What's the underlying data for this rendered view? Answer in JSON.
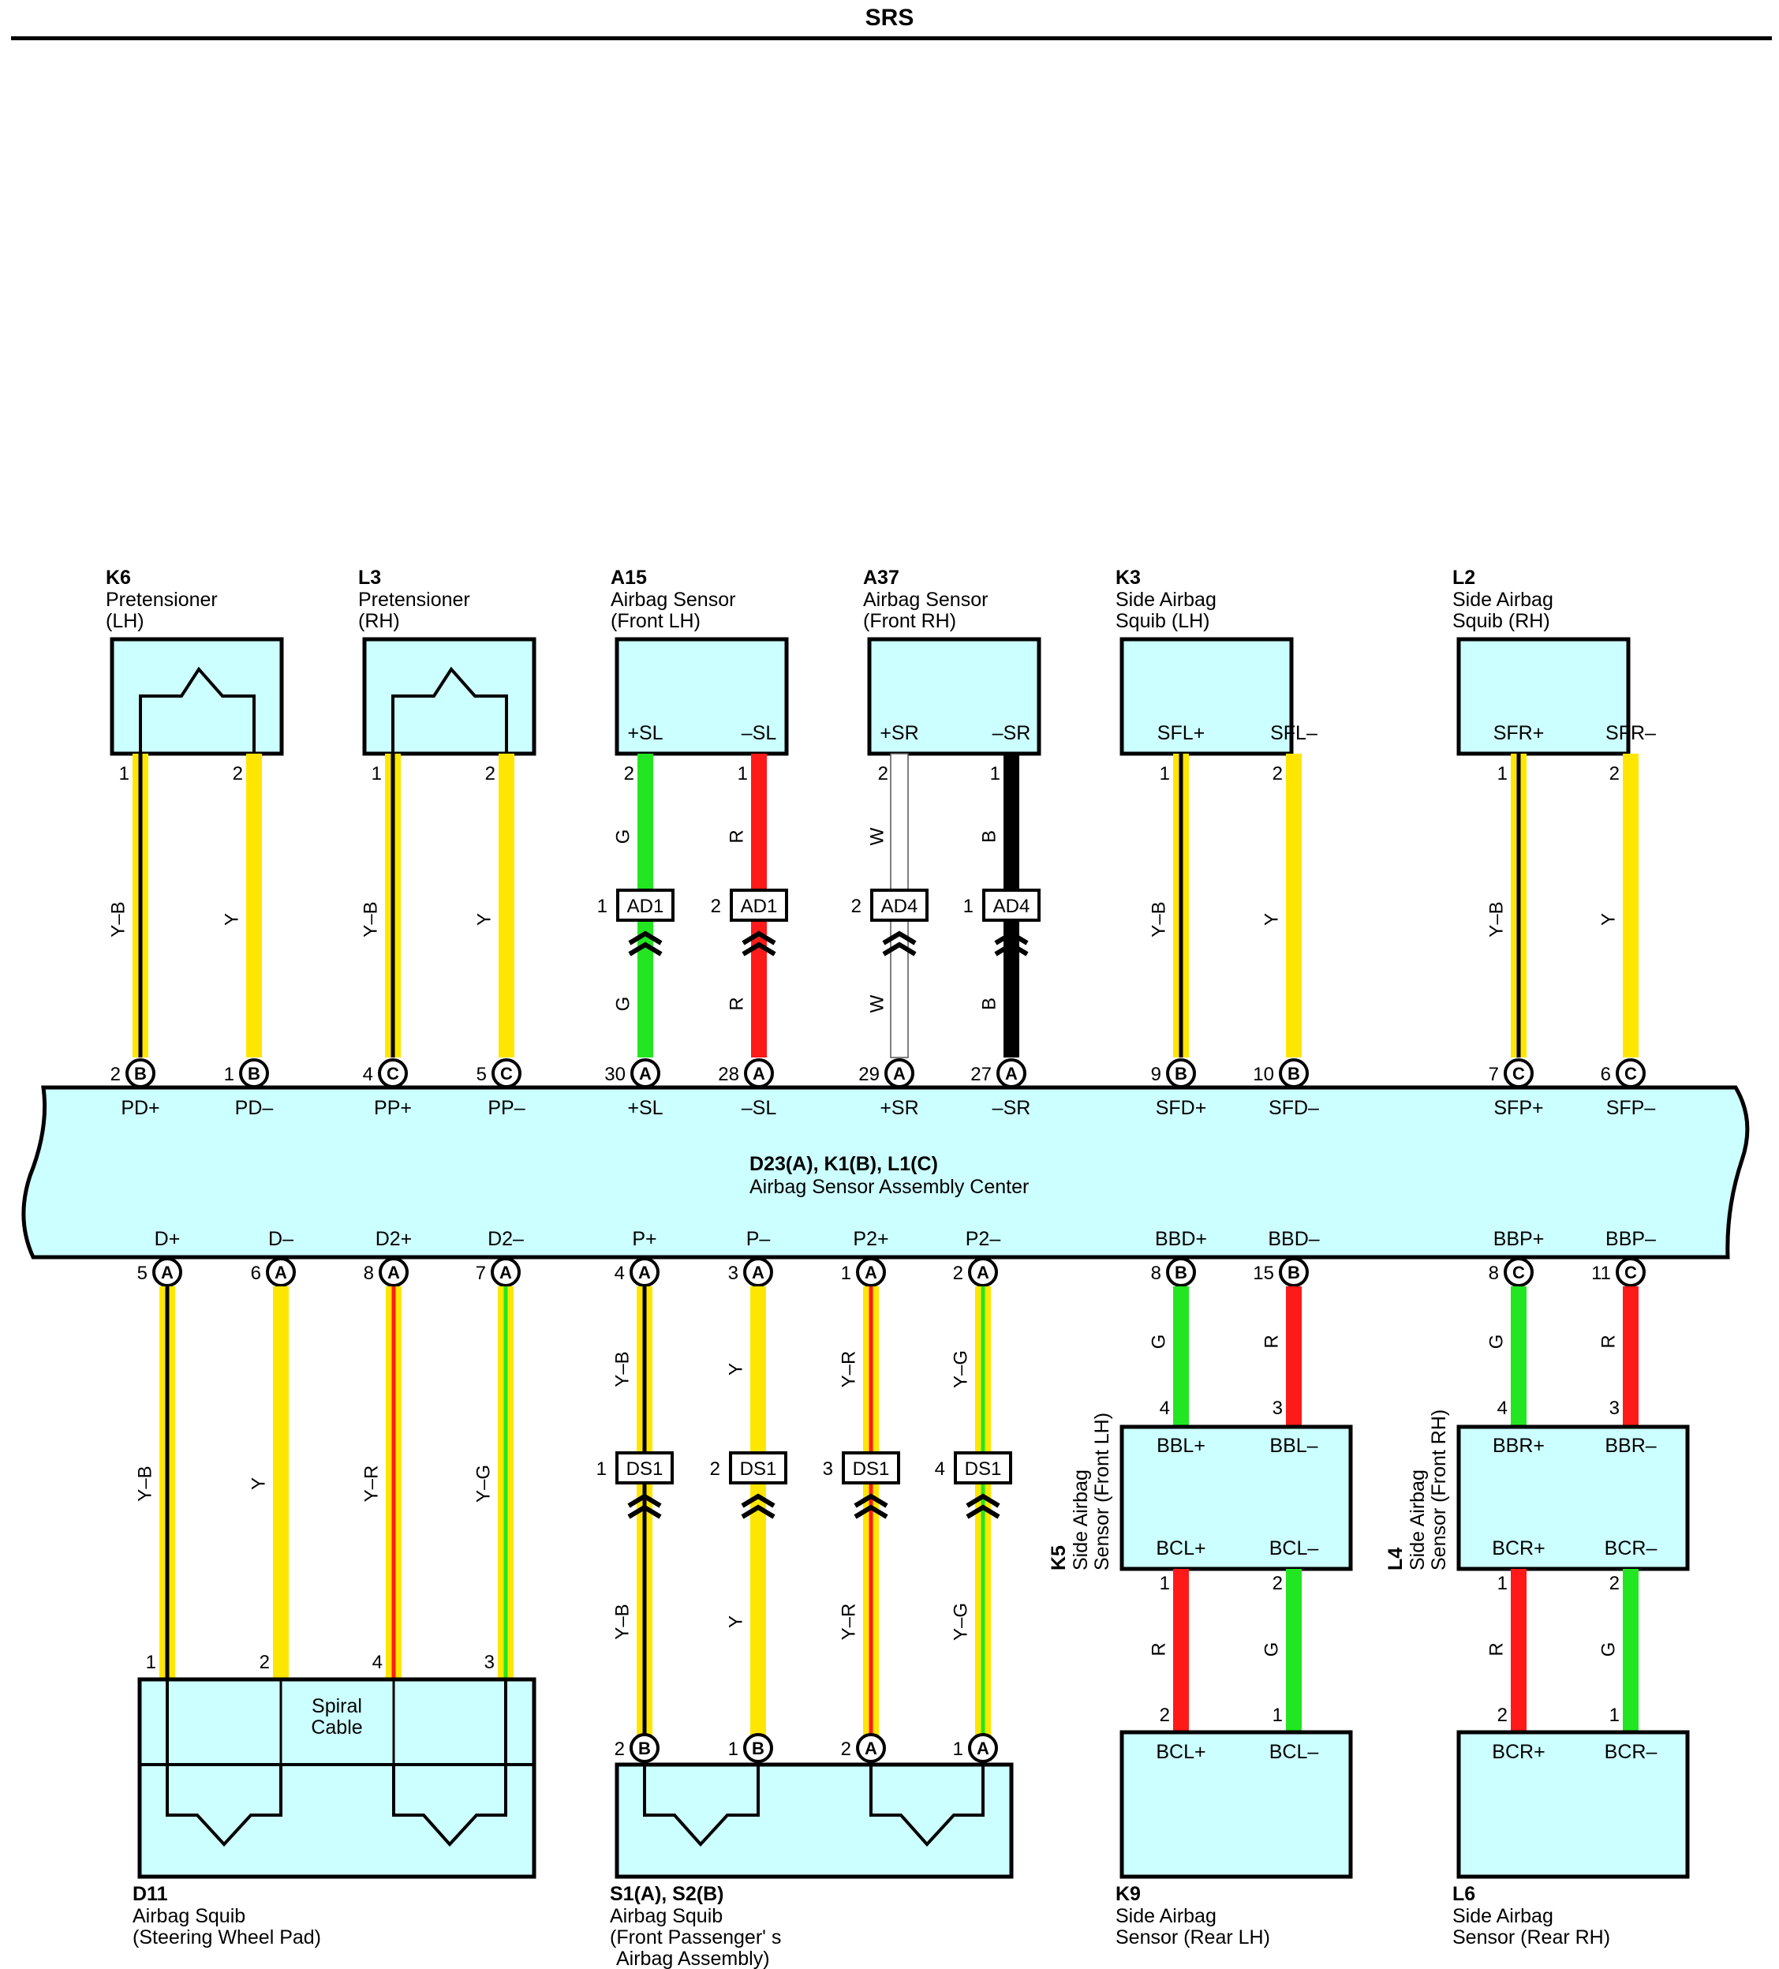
{
  "page": {
    "title": "SRS"
  },
  "colors": {
    "box_fill": "#ccffff",
    "Y": "#ffe600",
    "G": "#22e622",
    "R": "#ff1a1a",
    "W": "#ffffff",
    "B": "#000000"
  },
  "center": {
    "code": "D23(A), K1(B), L1(C)",
    "name": "Airbag Sensor Assembly Center",
    "top_terminals": [
      {
        "pin": "2",
        "conn": "B",
        "signal": "PD+"
      },
      {
        "pin": "1",
        "conn": "B",
        "signal": "PD–"
      },
      {
        "pin": "4",
        "conn": "C",
        "signal": "PP+"
      },
      {
        "pin": "5",
        "conn": "C",
        "signal": "PP–"
      },
      {
        "pin": "30",
        "conn": "A",
        "signal": "+SL"
      },
      {
        "pin": "28",
        "conn": "A",
        "signal": "–SL"
      },
      {
        "pin": "29",
        "conn": "A",
        "signal": "+SR"
      },
      {
        "pin": "27",
        "conn": "A",
        "signal": "–SR"
      },
      {
        "pin": "9",
        "conn": "B",
        "signal": "SFD+"
      },
      {
        "pin": "10",
        "conn": "B",
        "signal": "SFD–"
      },
      {
        "pin": "7",
        "conn": "C",
        "signal": "SFP+"
      },
      {
        "pin": "6",
        "conn": "C",
        "signal": "SFP–"
      }
    ],
    "bottom_terminals": [
      {
        "pin": "5",
        "conn": "A",
        "signal": "D+"
      },
      {
        "pin": "6",
        "conn": "A",
        "signal": "D–"
      },
      {
        "pin": "8",
        "conn": "A",
        "signal": "D2+"
      },
      {
        "pin": "7",
        "conn": "A",
        "signal": "D2–"
      },
      {
        "pin": "4",
        "conn": "A",
        "signal": "P+"
      },
      {
        "pin": "3",
        "conn": "A",
        "signal": "P–"
      },
      {
        "pin": "1",
        "conn": "A",
        "signal": "P2+"
      },
      {
        "pin": "2",
        "conn": "A",
        "signal": "P2–"
      },
      {
        "pin": "8",
        "conn": "B",
        "signal": "BBD+"
      },
      {
        "pin": "15",
        "conn": "B",
        "signal": "BBD–"
      },
      {
        "pin": "8",
        "conn": "C",
        "signal": "BBP+"
      },
      {
        "pin": "11",
        "conn": "C",
        "signal": "BBP–"
      }
    ]
  },
  "top_components": [
    {
      "code": "K6",
      "name": [
        "Pretensioner",
        "(LH)"
      ],
      "pins": [
        "1",
        "2"
      ],
      "signals": [
        "",
        ""
      ]
    },
    {
      "code": "L3",
      "name": [
        "Pretensioner",
        "(RH)"
      ],
      "pins": [
        "1",
        "2"
      ],
      "signals": [
        "",
        ""
      ]
    },
    {
      "code": "A15",
      "name": [
        "Airbag Sensor",
        "(Front LH)"
      ],
      "pins": [
        "2",
        "1"
      ],
      "signals": [
        "+SL",
        "–SL"
      ]
    },
    {
      "code": "A37",
      "name": [
        "Airbag Sensor",
        "(Front RH)"
      ],
      "pins": [
        "2",
        "1"
      ],
      "signals": [
        "+SR",
        "–SR"
      ]
    },
    {
      "code": "K3",
      "name": [
        "Side Airbag",
        "Squib (LH)"
      ],
      "pins": [
        "1",
        "2"
      ],
      "signals": [
        "SFL+",
        "SFL–"
      ]
    },
    {
      "code": "L2",
      "name": [
        "Side Airbag",
        "Squib (RH)"
      ],
      "pins": [
        "1",
        "2"
      ],
      "signals": [
        "SFR+",
        "SFR–"
      ]
    }
  ],
  "top_wires": [
    {
      "color": "Y–B",
      "label": "Y–B"
    },
    {
      "color": "Y",
      "label": "Y"
    },
    {
      "color": "Y–B",
      "label": "Y–B"
    },
    {
      "color": "Y",
      "label": "Y"
    },
    {
      "color": "G",
      "label": "G",
      "conn": {
        "name": "AD1",
        "pin": "1"
      }
    },
    {
      "color": "R",
      "label": "R",
      "conn": {
        "name": "AD1",
        "pin": "2"
      }
    },
    {
      "color": "W",
      "label": "W",
      "conn": {
        "name": "AD4",
        "pin": "2"
      }
    },
    {
      "color": "B",
      "label": "B",
      "conn": {
        "name": "AD4",
        "pin": "1"
      }
    },
    {
      "color": "Y–B",
      "label": "Y–B"
    },
    {
      "color": "Y",
      "label": "Y"
    },
    {
      "color": "Y–B",
      "label": "Y–B"
    },
    {
      "color": "Y",
      "label": "Y"
    }
  ],
  "bottom_wires": [
    {
      "color": "Y–B",
      "label": "Y–B",
      "end_pin": "1"
    },
    {
      "color": "Y",
      "label": "Y",
      "end_pin": "2"
    },
    {
      "color": "Y–R",
      "label": "Y–R",
      "end_pin": "4"
    },
    {
      "color": "Y–G",
      "label": "Y–G",
      "end_pin": "3"
    },
    {
      "color": "Y–B",
      "label": "Y–B",
      "conn": {
        "name": "DS1",
        "pin": "1"
      },
      "end_pin": "2",
      "end_conn": "B"
    },
    {
      "color": "Y",
      "label": "Y",
      "conn": {
        "name": "DS1",
        "pin": "2"
      },
      "end_pin": "1",
      "end_conn": "B"
    },
    {
      "color": "Y–R",
      "label": "Y–R",
      "conn": {
        "name": "DS1",
        "pin": "3"
      },
      "end_pin": "2",
      "end_conn": "A"
    },
    {
      "color": "Y–G",
      "label": "Y–G",
      "conn": {
        "name": "DS1",
        "pin": "4"
      },
      "end_pin": "1",
      "end_conn": "A"
    },
    {
      "color": "G",
      "label": "G",
      "end_pin": "4"
    },
    {
      "color": "R",
      "label": "R",
      "end_pin": "3"
    },
    {
      "color": "G",
      "label": "G",
      "end_pin": "4"
    },
    {
      "color": "R",
      "label": "R",
      "end_pin": "3"
    }
  ],
  "side_sensors": [
    {
      "code": "K5",
      "name": [
        "Side Airbag",
        "Sensor (Front LH)"
      ],
      "top_signals": [
        "BBL+",
        "BBL–"
      ],
      "bottom_signals": [
        "BCL+",
        "BCL–"
      ],
      "out_pins": [
        "1",
        "2"
      ],
      "out_wires": [
        {
          "color": "R",
          "label": "R"
        },
        {
          "color": "G",
          "label": "G"
        }
      ]
    },
    {
      "code": "L4",
      "name": [
        "Side Airbag",
        "Sensor (Front RH)"
      ],
      "top_signals": [
        "BBR+",
        "BBR–"
      ],
      "bottom_signals": [
        "BCR+",
        "BCR–"
      ],
      "out_pins": [
        "1",
        "2"
      ],
      "out_wires": [
        {
          "color": "R",
          "label": "R"
        },
        {
          "color": "G",
          "label": "G"
        }
      ]
    }
  ],
  "rear_sensors": [
    {
      "code": "K9",
      "name": [
        "Side Airbag",
        "Sensor (Rear LH)"
      ],
      "pins": [
        "2",
        "1"
      ],
      "signals": [
        "BCL+",
        "BCL–"
      ]
    },
    {
      "code": "L6",
      "name": [
        "Side Airbag",
        "Sensor (Rear RH)"
      ],
      "pins": [
        "2",
        "1"
      ],
      "signals": [
        "BCR+",
        "BCR–"
      ]
    }
  ],
  "squibs": [
    {
      "code": "D11",
      "name": [
        "Airbag Squib",
        "(Steering Wheel Pad)"
      ],
      "inner": [
        "Spiral",
        "Cable"
      ]
    },
    {
      "code": "S1(A), S2(B)",
      "name": [
        "Airbag Squib",
        "(Front Passenger' s",
        "Airbag Assembly)"
      ]
    }
  ]
}
